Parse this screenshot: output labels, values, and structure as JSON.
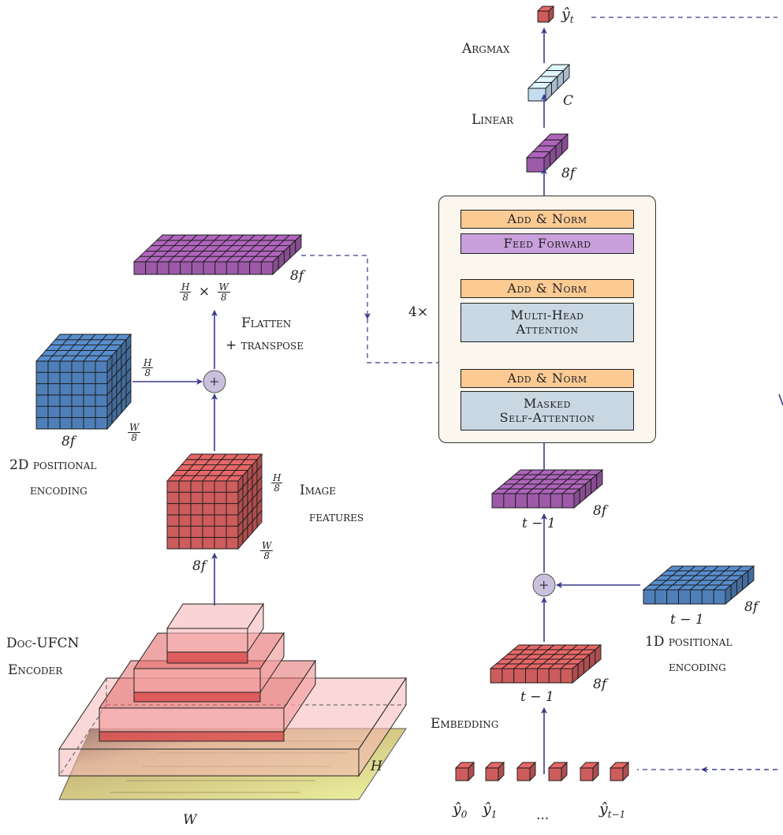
{
  "colors": {
    "red": "#cd5c5c",
    "purple": "#9c5aa8",
    "blue": "#4f7fb8",
    "lightblue": "#c6dcf0",
    "arrow": "#3a3a8c",
    "addnorm": "#fccb94",
    "feedforward": "#c9a0dc",
    "attention": "#c9d7e3"
  },
  "encoder": {
    "title_line1": "Doc-UFCN",
    "title_line2": "Encoder",
    "dim_h": "H",
    "dim_w": "W"
  },
  "image_features": {
    "label_line1": "Image",
    "label_line2": "features",
    "depth": "8f",
    "frac_h_num": "H",
    "frac_h_den": "8",
    "frac_w_num": "W",
    "frac_w_den": "8"
  },
  "pos2d": {
    "label_line1": "2D positional",
    "label_line2": "encoding",
    "depth": "8f",
    "frac_h_num": "H",
    "frac_h_den": "8",
    "frac_w_num": "W",
    "frac_w_den": "8"
  },
  "flatten": {
    "label_line1": "Flatten",
    "label_line2": "+ transpose",
    "depth": "8f",
    "times": "×",
    "frac_h_num": "H",
    "frac_h_den": "8",
    "frac_w_num": "W",
    "frac_w_den": "8"
  },
  "decoder": {
    "repeat": "4×",
    "layers": {
      "addnorm1": "Add & Norm",
      "feedforward": "Feed Forward",
      "addnorm2": "Add & Norm",
      "mha_line1": "Multi-Head",
      "mha_line2": "Attention",
      "addnorm3": "Add & Norm",
      "msa_line1": "Masked",
      "msa_line2": "Self-Attention"
    }
  },
  "output": {
    "argmax": "Argmax",
    "linear": "Linear",
    "classes": "C",
    "depth": "8f",
    "y_hat_t": "ŷ",
    "y_hat_t_sub": "t"
  },
  "decoder_input": {
    "depth_top": "8f",
    "len_top": "t − 1",
    "depth_emb": "8f",
    "len_emb": "t − 1",
    "embedding": "Embedding"
  },
  "pos1d": {
    "label_line1": "1D positional",
    "label_line2": "encoding",
    "depth": "8f",
    "len": "t − 1"
  },
  "tokens": {
    "y0": "ŷ",
    "y0_sub": "0",
    "y1": "ŷ",
    "y1_sub": "1",
    "dots": "...",
    "ylast": "ŷ",
    "ylast_sub": "t−1"
  },
  "plus_symbol": "+"
}
